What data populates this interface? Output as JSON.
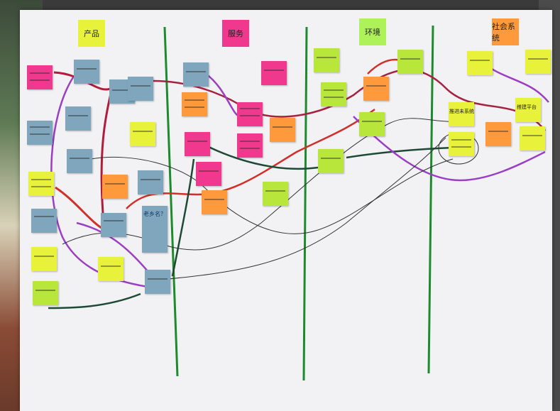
{
  "columns": [
    {
      "title": "产品",
      "color": "#e8f23a"
    },
    {
      "title": "服务",
      "color": "#f0398e"
    },
    {
      "title": "环境",
      "color": "#aef25a"
    },
    {
      "title": "社会系统",
      "color": "#ff9a3c"
    }
  ],
  "handwriting": {
    "note_a": "老乡名？",
    "note_b": "推进未系统",
    "note_c": "搭建平台"
  }
}
